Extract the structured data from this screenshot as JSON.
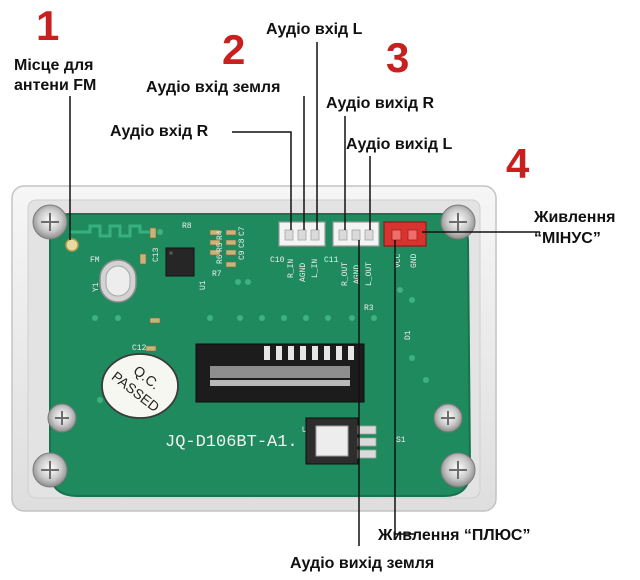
{
  "callouts": {
    "num1": "1",
    "num2": "2",
    "num3": "3",
    "num4": "4",
    "antenna_line1": "Місце для",
    "antenna_line2": "антени FM",
    "audio_in_l": "Аудіо вхід L",
    "audio_in_ground": "Аудіо вхід земля",
    "audio_in_r": "Аудіо вхід R",
    "audio_out_r": "Аудіо вихід R",
    "audio_out_l": "Аудіо вихід L",
    "power_minus_line1": "Живлення",
    "power_minus_line2": "“МІНУС”",
    "power_plus": "Живлення “ПЛЮС”",
    "audio_out_ground": "Аудіо вихід земля"
  },
  "board": {
    "model": "JQ-D106BT-A1.",
    "stamp_line1": "Q.C.",
    "stamp_line2": "PASSED",
    "silkscreen": [
      "R_IN",
      "AGND",
      "L_IN",
      "R_OUT",
      "AGND",
      "L_OUT",
      "VCC",
      "GND",
      "FM",
      "U1",
      "U2",
      "Y1",
      "C10",
      "C11",
      "C12",
      "C13",
      "C7",
      "C8",
      "C9",
      "R3",
      "R4",
      "R5",
      "R6",
      "R7",
      "R8",
      "D1",
      "S1"
    ]
  },
  "colors": {
    "pcb": "#1f8a5e",
    "pcb_dark": "#166c49",
    "frame": "#ececec",
    "callout_number": "#c8201e",
    "connector_red": "#d8332e",
    "connector_white": "#f4f4f4"
  }
}
